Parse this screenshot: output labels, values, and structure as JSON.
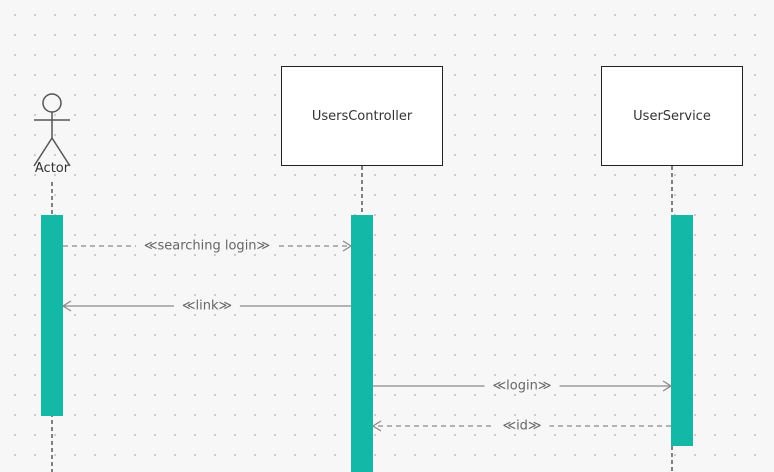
{
  "diagram": {
    "type": "sequence",
    "colors": {
      "activation": "#14b8a6",
      "arrow": "#8a8a8a",
      "lifeline": "#333333",
      "box_border": "#222222"
    },
    "actor": {
      "label": "Actor",
      "icon": "stick-figure-icon"
    },
    "participants": [
      {
        "label": "UsersController"
      },
      {
        "label": "UserService"
      }
    ],
    "messages": [
      {
        "label": "≪searching login≫",
        "from": "Actor",
        "to": "UsersController",
        "style": "dashed"
      },
      {
        "label": "≪link≫",
        "from": "UsersController",
        "to": "Actor",
        "style": "solid"
      },
      {
        "label": "≪login≫",
        "from": "UsersController",
        "to": "UserService",
        "style": "solid"
      },
      {
        "label": "≪id≫",
        "from": "UserService",
        "to": "UsersController",
        "style": "dashed"
      }
    ]
  }
}
